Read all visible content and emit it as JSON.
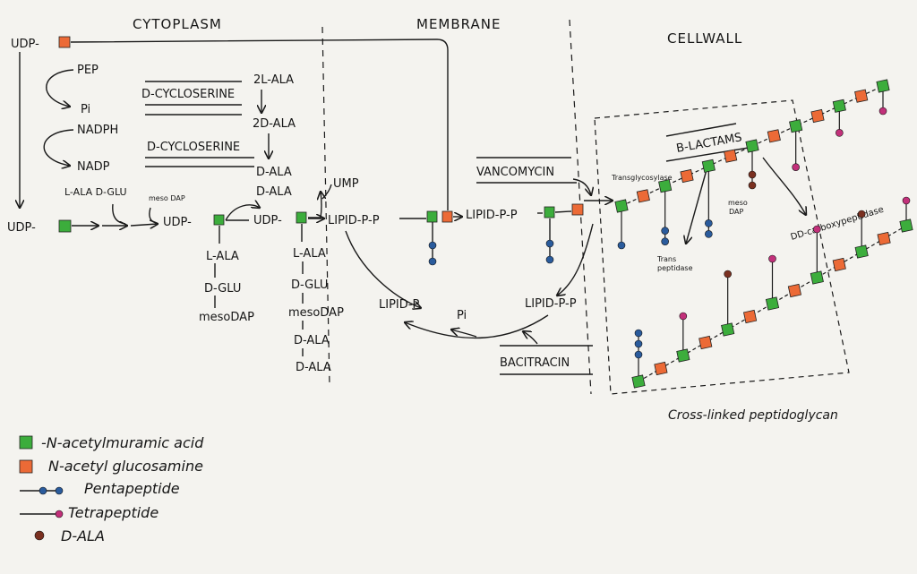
{
  "headers": {
    "cytoplasm": "CYTOPLASM",
    "membrane": "MEMBRANE",
    "cell_wall": "CELLWALL"
  },
  "cytoplasm": {
    "udp_top": "UDP-",
    "pep": "PEP",
    "pi": "Pi",
    "nadph": "NADPH",
    "nadp": "NADP",
    "d_cycloserine_1": "D-CYCLOSERINE",
    "d_cycloserine_2": "D-CYCLOSERINE",
    "two_l_ala": "2L-ALA",
    "two_d_ala": "2D-ALA",
    "d_ala_1": "D-ALA",
    "d_ala_2": "D-ALA",
    "ump": "UMP",
    "udp_main": "UDP-",
    "l_ala_d_glu": "L-ALA D-GLU",
    "meso_dap": "meso DAP",
    "udp_2": "UDP-",
    "udp_3": "UDP-"
  },
  "chain1": {
    "c1": "L-ALA",
    "c2": "D-GLU",
    "c3": "mesoDAP"
  },
  "chain2": {
    "c1": "L-ALA",
    "c2": "D-GLU",
    "c3": "mesoDAP",
    "c4": "D-ALA",
    "c5": "D-ALA"
  },
  "membrane": {
    "lipid_pp_1": "LIPID-P-P",
    "lipid_pp_2": "LIPID-P-P",
    "lipid_pp_3": "LIPID-P-P",
    "lipid_p": "LIPID-P",
    "pi": "Pi"
  },
  "drugs": {
    "vancomycin": "VANCOMYCIN",
    "bacitracin": "BACITRACIN",
    "beta_lactams": "B-LACTAMS"
  },
  "cell_wall": {
    "transglycosylase": "Transglycosylase",
    "transpeptidase_1": "Trans",
    "transpeptidase_2": "peptidase",
    "meso_dap_1": "meso",
    "meso_dap_2": "DAP",
    "dd_carboxypeptidase": "DD-carboxypeptidase",
    "caption": "Cross-linked peptidoglycan"
  },
  "legend": {
    "nam": "-N-acetylmuramic acid",
    "nag": "N-acetyl glucosamine",
    "pentapeptide": "Pentapeptide",
    "tetrapeptide": "Tetrapeptide",
    "d_ala": "D-ALA"
  },
  "colors": {
    "nam_green": "#3cad3c",
    "nag_orange": "#ec6a36",
    "pentapeptide_blue": "#2a5b9c",
    "tetrapeptide_magenta": "#c2307a",
    "d_ala_brown": "#7a3020"
  }
}
